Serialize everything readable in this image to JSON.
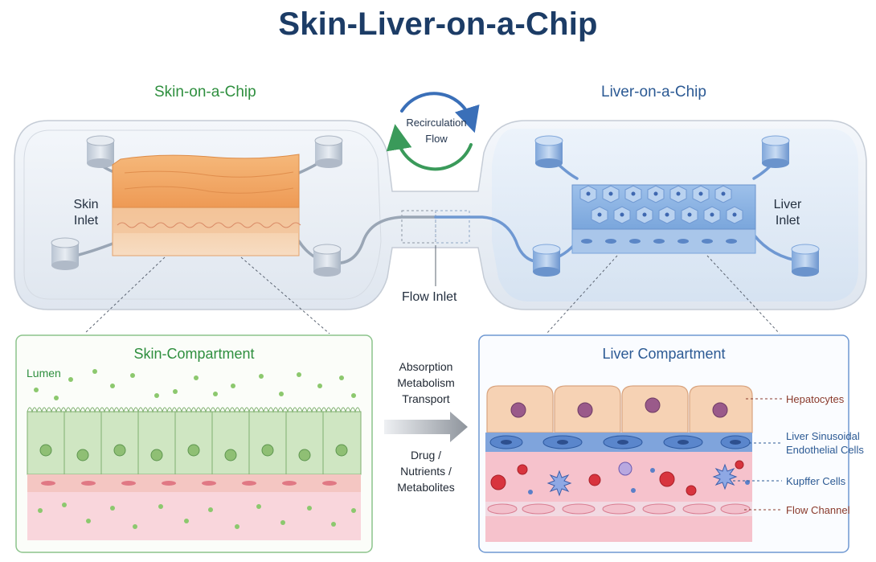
{
  "title": "Skin-Liver-on-a-Chip",
  "skin_chip": {
    "label": "Skin-on-a-Chip",
    "inlet_label": [
      "Skin",
      "Inlet"
    ],
    "compartment_title": "Skin-Compartment",
    "lumen_label": "Lumen",
    "color": "#2f8f3f"
  },
  "liver_chip": {
    "label": "Liver-on-a-Chip",
    "inlet_label": [
      "Liver",
      "Inlet"
    ],
    "compartment_title": "Liver Compartment",
    "color": "#2c5a94"
  },
  "recirculation": [
    "Recirculation",
    "Flow"
  ],
  "flow_inlet": "Flow Inlet",
  "processes": [
    "Absorption",
    "Metabolism",
    "Transport"
  ],
  "transported": [
    "Drug /",
    "Nutrients /",
    "Metabolites"
  ],
  "liver_callouts": {
    "hepatocytes": "Hepatocytes",
    "lsec": [
      "Liver Sinusoidal",
      "Endothelial Cells"
    ],
    "kupffer": "Kupffer Cells",
    "flow_channel": "Flow Channel"
  },
  "colors": {
    "title": "#1c3c66",
    "skin_tissue": "#f0a05a",
    "liver_tissue": "#7aa6dc",
    "epithelium": "#cfe6c2",
    "hepatocyte": "#f6d2b4",
    "endothelium": "#5a86cc",
    "flow_channel": "#f6c2cc"
  }
}
